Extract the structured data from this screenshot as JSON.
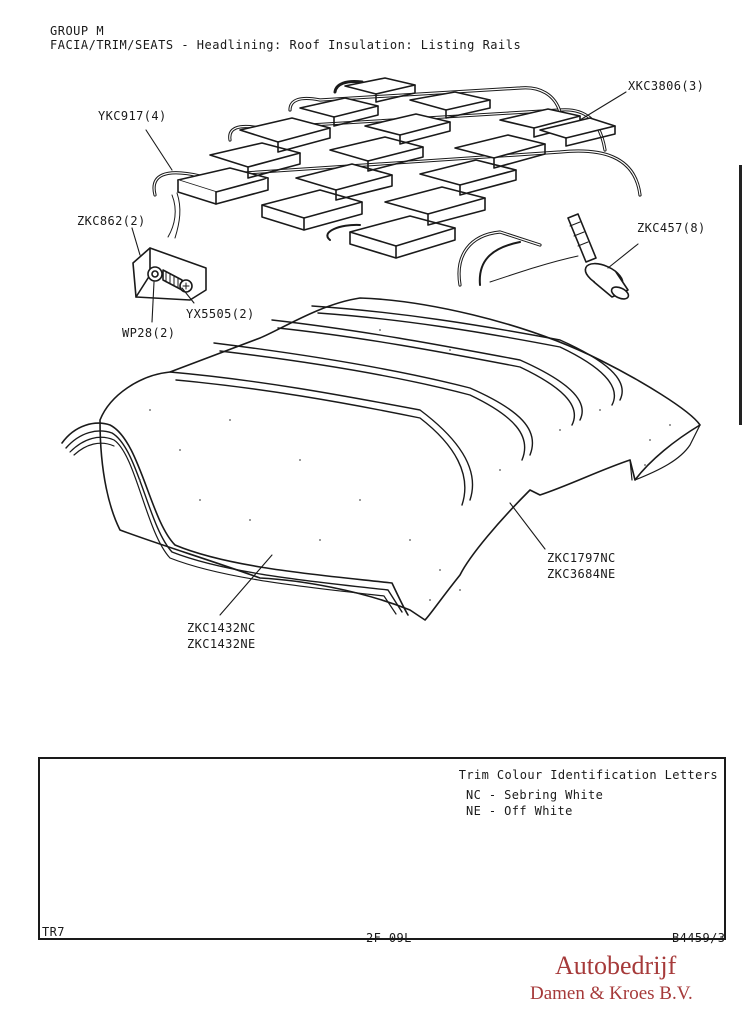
{
  "header": {
    "group": "GROUP M",
    "title": "FACIA/TRIM/SEATS - Headlining: Roof Insulation: Listing Rails"
  },
  "callouts": {
    "xkc3806": "XKC3806(3)",
    "ykc917": "YKC917(4)",
    "zkc862": "ZKC862(2)",
    "zkc457": "ZKC457(8)",
    "yx5505": "YX5505(2)",
    "wp28": "WP28(2)",
    "zkc1797nc": "ZKC1797NC",
    "zkc3684ne": "ZKC3684NE",
    "zkc1432nc": "ZKC1432NC",
    "zkc1432ne": "ZKC1432NE"
  },
  "legend": {
    "title": "Trim Colour Identification Letters",
    "items": [
      "NC - Sebring White",
      "NE - Off White"
    ]
  },
  "footer": {
    "model": "TR7",
    "page": "2F 09L",
    "ref": "B4459/3"
  },
  "brand": {
    "line1": "Autobedrijf",
    "line2": "Damen & Kroes B.V.",
    "color": "#a63a3a"
  }
}
